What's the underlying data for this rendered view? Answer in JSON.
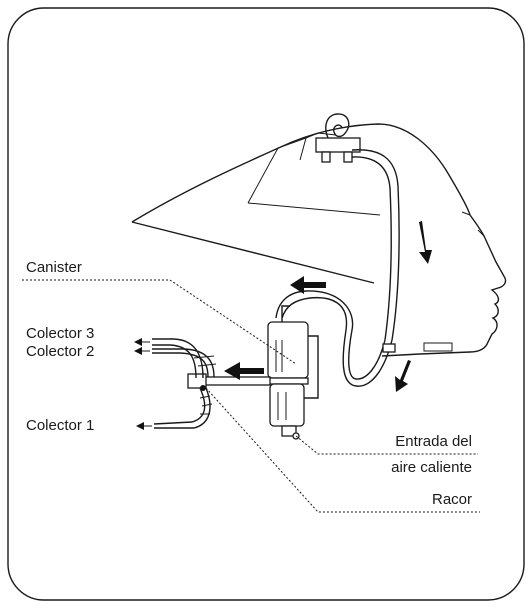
{
  "labels": {
    "canister": "Canister",
    "colector3": "Colector 3",
    "colector2": "Colector 2",
    "colector1": "Colector 1",
    "entrada_line1": "Entrada del",
    "entrada_line2": "aire caliente",
    "racor": "Racor"
  },
  "colors": {
    "ink": "#1a1a1a",
    "background": "#ffffff"
  }
}
